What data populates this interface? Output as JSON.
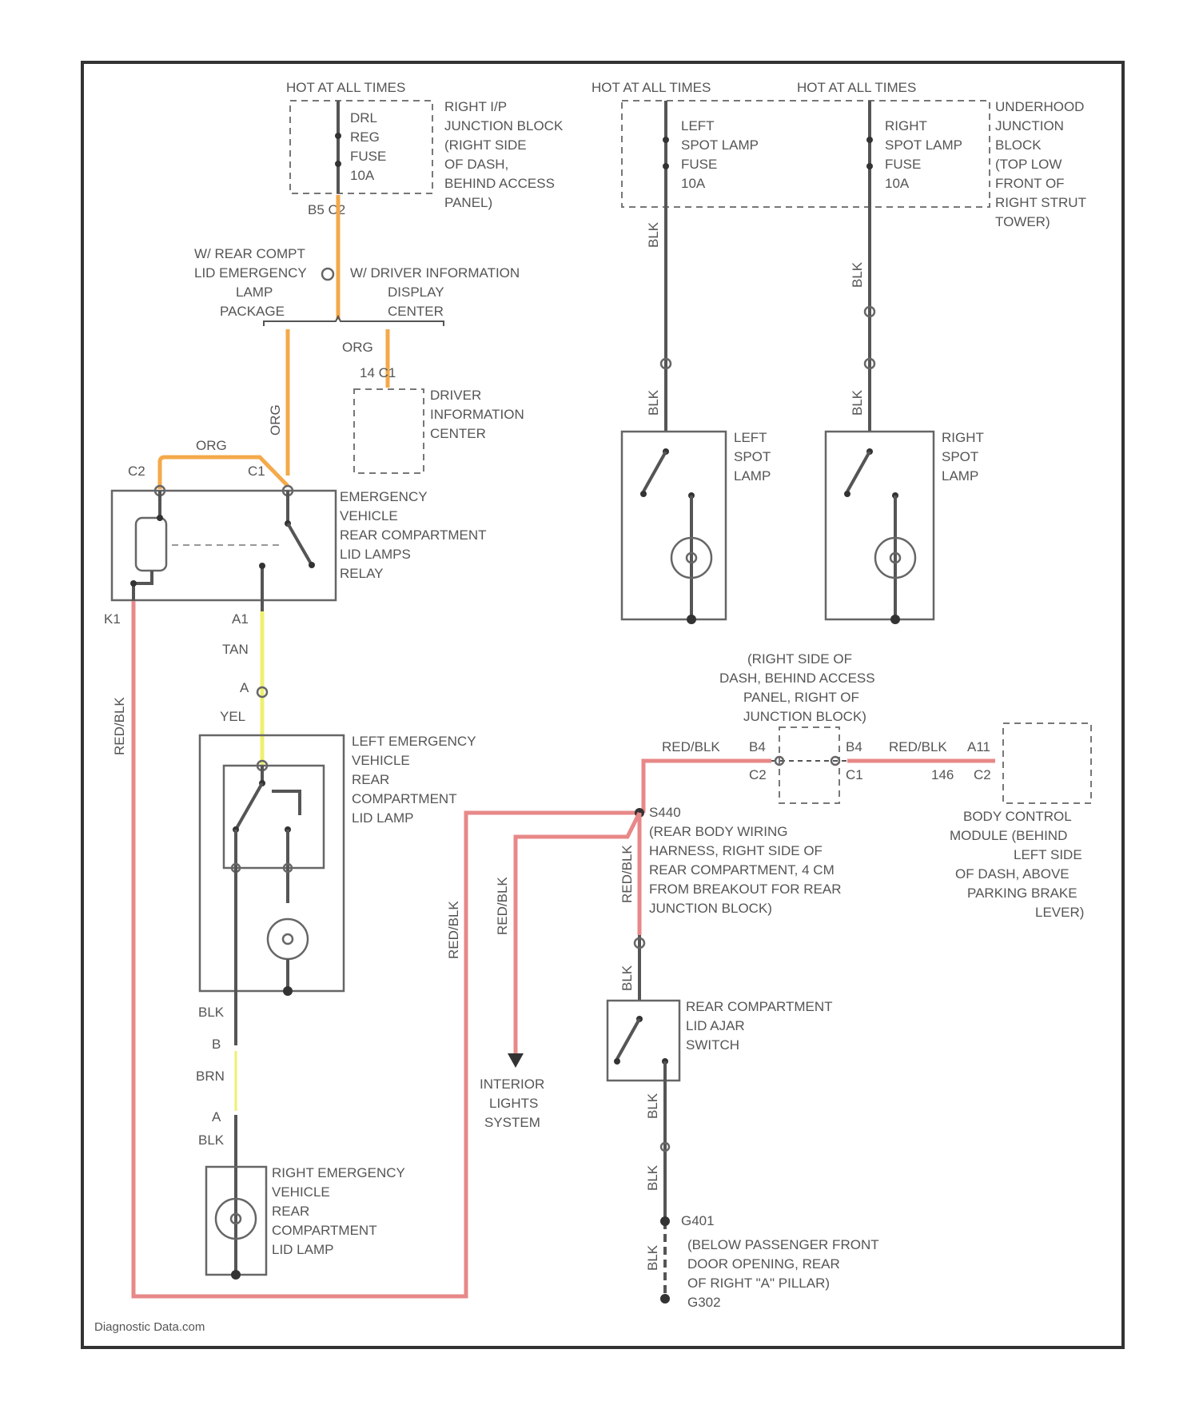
{
  "labels": {
    "hot_1": "HOT AT ALL TIMES",
    "hot_2": "HOT AT ALL TIMES",
    "hot_3": "HOT AT ALL TIMES",
    "fuse_drl": [
      "DRL",
      "REG",
      "FUSE",
      "10A"
    ],
    "junction_block_right_ip": [
      "RIGHT I/P",
      "JUNCTION BLOCK",
      "(RIGHT SIDE",
      "OF DASH,",
      "BEHIND ACCESS",
      "PANEL)"
    ],
    "connector_c2_top": "B5  C2",
    "fuse_left_spot": [
      "LEFT",
      "SPOT LAMP",
      "FUSE",
      "10A"
    ],
    "fuse_right_spot": [
      "RIGHT",
      "SPOT LAMP",
      "FUSE",
      "10A"
    ],
    "underhood_junction": [
      "UNDERHOOD",
      "JUNCTION",
      "BLOCK",
      "(TOP LOW",
      "FRONT OF",
      "RIGHT STRUT",
      "TOWER)"
    ],
    "package_left": [
      "W/ REAR COMPT",
      "LID EMERGENCY",
      "LAMP",
      "PACKAGE"
    ],
    "package_right": [
      "W/ DRIVER INFORMATION",
      "DISPLAY",
      "CENTER"
    ],
    "wire_org_1": "ORG",
    "wire_org_2": "ORG",
    "wire_org_3": "ORG",
    "pin_14_c1": "14   C1",
    "driver_info_center": [
      "DRIVER",
      "INFORMATION",
      "CENTER"
    ],
    "conn_c2": "C2",
    "conn_c1": "C1",
    "relay_label": [
      "EMERGENCY",
      "VEHICLE",
      "REAR COMPARTMENT",
      "LID LAMPS",
      "RELAY"
    ],
    "pin_k1": "K1",
    "pin_a1": "A1",
    "wire_tan": "TAN",
    "wire_yel": "YEL",
    "left_lid_lamp": [
      "LEFT EMERGENCY",
      "VEHICLE",
      "REAR",
      "COMPARTMENT",
      "LID LAMP"
    ],
    "wire_blk_1": "BLK",
    "wire_brn": "BRN",
    "wire_blk_2": "BLK",
    "pin_b": "B",
    "pin_a": "A",
    "right_lid_lamp": [
      "RIGHT EMERGENCY",
      "VEHICLE",
      "REAR",
      "COMPARTMENT",
      "LID LAMP"
    ],
    "wire_redblk_1": "RED/BLK",
    "wire_redblk_2": "RED/BLK",
    "wire_redblk_3": "RED/BLK",
    "wire_redblk_4": "RED/BLK",
    "wire_redblk_5": "RED/BLK",
    "wire_redblk_6": "RED/BLK",
    "splice_s440": "S440",
    "splice_desc": [
      "(REAR BODY WIRING",
      "HARNESS, RIGHT SIDE OF",
      "REAR COMPARTMENT, 4 CM",
      "FROM BREAKOUT FOR REAR",
      "JUNCTION BLOCK)"
    ],
    "interior_lights": [
      "INTERIOR",
      "LIGHTS",
      "SYSTEM"
    ],
    "right_side_dash": [
      "(RIGHT SIDE OF",
      "DASH, BEHIND ACCESS",
      "PANEL, RIGHT OF",
      "JUNCTION BLOCK)"
    ],
    "conn_b4_c2": "B4",
    "conn_c2b": "C2",
    "conn_b4_c1": "B4",
    "conn_c1b": "C1",
    "conn_a11": "A11",
    "conn_146": "146",
    "conn_c2c": "C2",
    "bcm": [
      "BODY CONTROL",
      "MODULE (BEHIND",
      "LEFT SIDE",
      "OF DASH, ABOVE",
      "PARKING BRAKE",
      "LEVER)"
    ],
    "rear_switch": [
      "REAR COMPARTMENT",
      "LID AJAR",
      "SWITCH"
    ],
    "left_spot_lamp": [
      "LEFT",
      "SPOT",
      "LAMP"
    ],
    "right_spot_lamp": [
      "RIGHT",
      "SPOT",
      "LAMP"
    ],
    "wire_blk_ls1": "BLK",
    "wire_blk_ls2": "BLK",
    "wire_blk_rs1": "BLK",
    "wire_blk_rs2": "BLK",
    "wire_blk_sw1": "BLK",
    "wire_blk_sw2": "BLK",
    "wire_blk_sw3": "BLK",
    "wire_blk_sw4": "BLK",
    "ground_g401": "G401",
    "ground_desc": [
      "(BELOW PASSENGER FRONT",
      "DOOR OPENING, REAR",
      "OF RIGHT \"A\" PILLAR)"
    ],
    "ground_code": "G302",
    "watermark": "Diagnostic Data.com"
  }
}
